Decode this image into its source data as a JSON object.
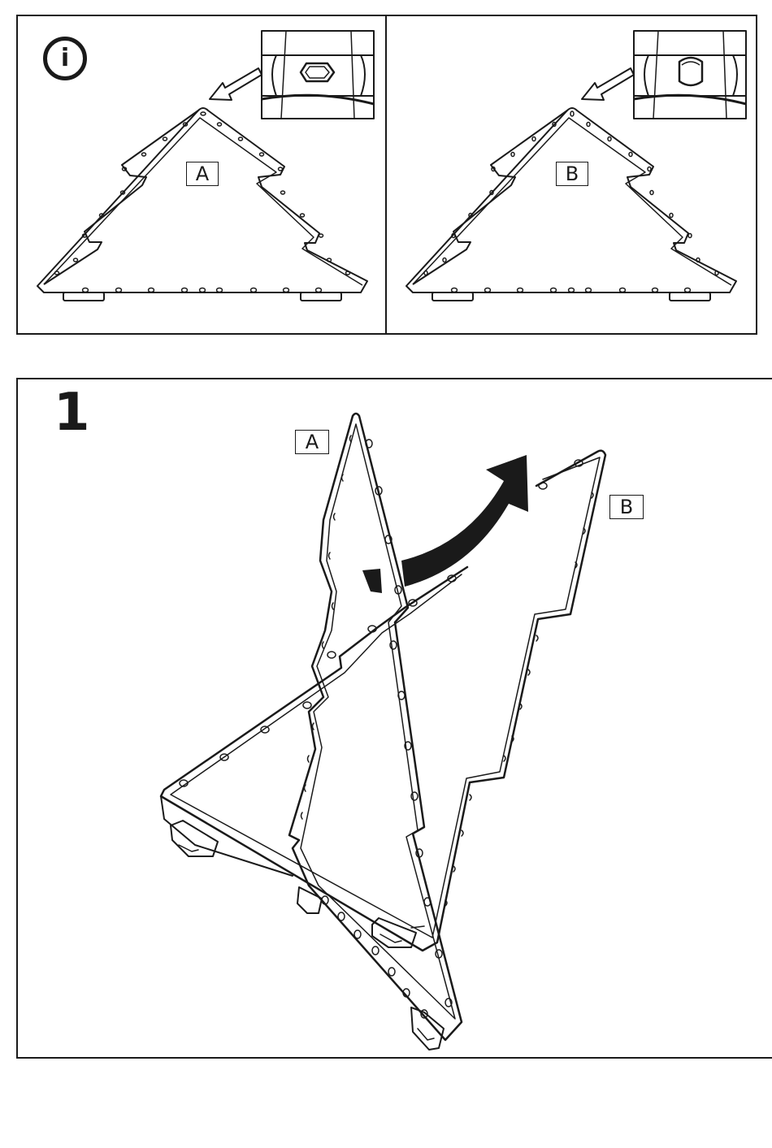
{
  "info_panel": {
    "icon": "info-icon",
    "icon_glyph": "i",
    "tree_a_label": "A",
    "tree_b_label": "B"
  },
  "step": {
    "number": "1",
    "tree_a_label": "A",
    "tree_b_label": "B"
  }
}
